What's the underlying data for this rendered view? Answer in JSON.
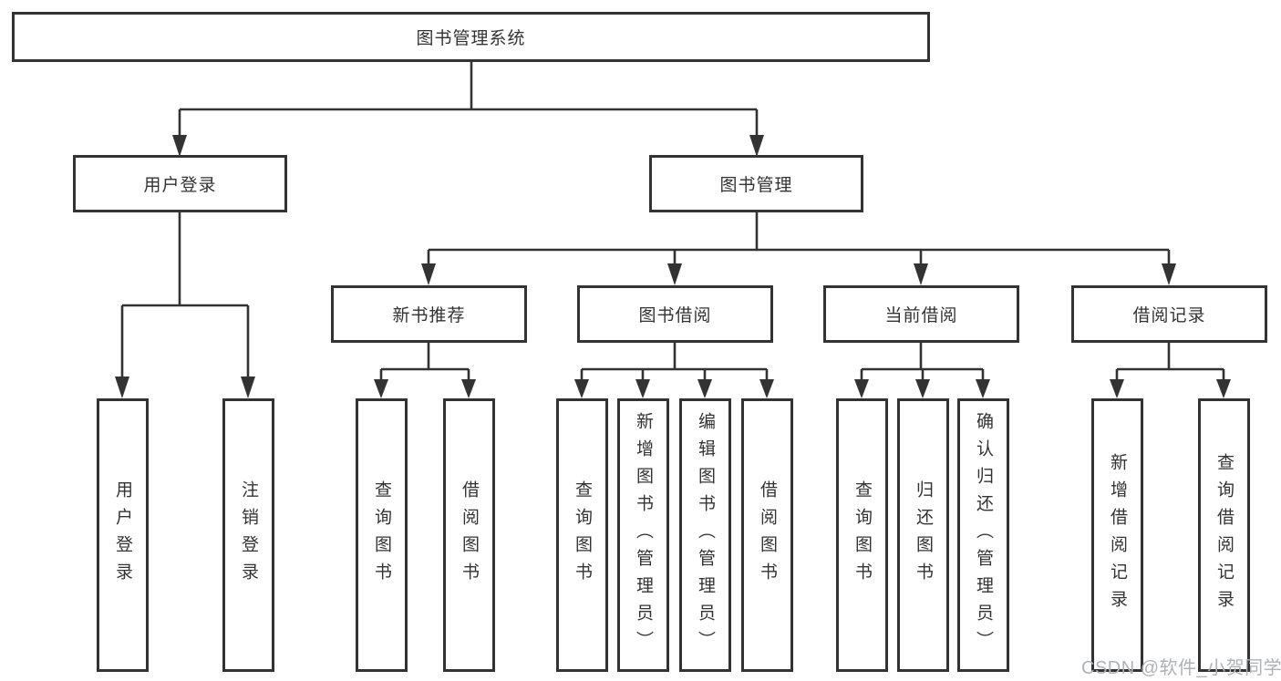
{
  "diagram": {
    "type": "org-chart-tree",
    "line_color": "#333333",
    "text_color": "#333333",
    "background": "#ffffff",
    "tree": {
      "label": "图书管理系统",
      "children": [
        {
          "label": "用户登录",
          "children": [
            {
              "label": "用户登录"
            },
            {
              "label": "注销登录"
            }
          ]
        },
        {
          "label": "图书管理",
          "children": [
            {
              "label": "新书推荐",
              "children": [
                {
                  "label": "查询图书"
                },
                {
                  "label": "借阅图书"
                }
              ]
            },
            {
              "label": "图书借阅",
              "children": [
                {
                  "label": "查询图书"
                },
                {
                  "label": "新增图书（管理员）"
                },
                {
                  "label": "编辑图书（管理员）"
                },
                {
                  "label": "借阅图书"
                }
              ]
            },
            {
              "label": "当前借阅",
              "children": [
                {
                  "label": "查询图书"
                },
                {
                  "label": "归还图书"
                },
                {
                  "label": "确认归还（管理员）"
                }
              ]
            },
            {
              "label": "借阅记录",
              "children": [
                {
                  "label": "新增借阅记录"
                },
                {
                  "label": "查询借阅记录"
                }
              ]
            }
          ]
        }
      ]
    }
  },
  "watermark": {
    "text": "CSDN @软件_小贺同学",
    "color": "#aeb2b8"
  }
}
